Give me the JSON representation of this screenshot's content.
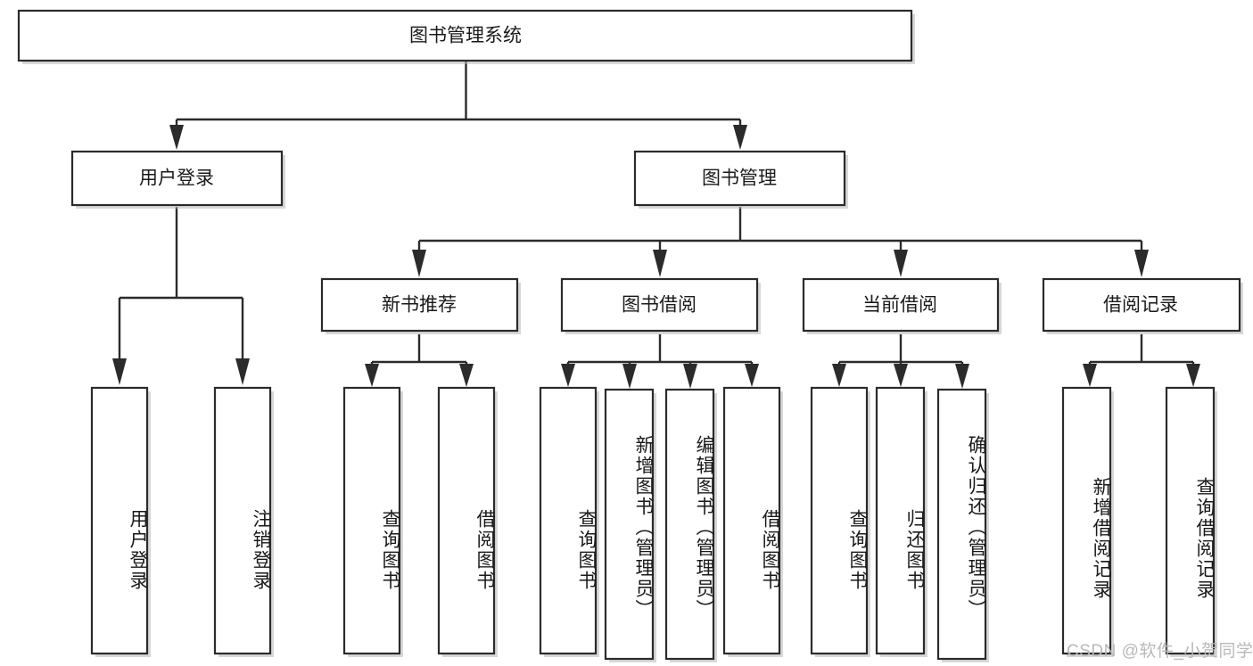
{
  "diagram": {
    "type": "tree",
    "title": "图书管理系统",
    "orientation": "top-down",
    "colors": {
      "stroke": "#2b2b2b",
      "fill": "#ffffff",
      "background": "#ffffff",
      "watermark": "#b9b9b9"
    },
    "nodes": {
      "root": {
        "label": "图书管理系统"
      },
      "level2": [
        {
          "label": "用户登录"
        },
        {
          "label": "图书管理"
        }
      ],
      "level3": [
        {
          "label": "新书推荐"
        },
        {
          "label": "图书借阅"
        },
        {
          "label": "当前借阅"
        },
        {
          "label": "借阅记录"
        }
      ],
      "leaves_user_login": [
        {
          "label": "用户登录"
        },
        {
          "label": "注销登录"
        }
      ],
      "leaves_new_book": [
        {
          "label": "查询图书"
        },
        {
          "label": "借阅图书"
        }
      ],
      "leaves_borrow": [
        {
          "label": "查询图书"
        },
        {
          "label": "新增图书（管理员）"
        },
        {
          "label": "编辑图书（管理员）"
        },
        {
          "label": "借阅图书"
        }
      ],
      "leaves_current": [
        {
          "label": "查询图书"
        },
        {
          "label": "归还图书"
        },
        {
          "label": "确认归还（管理员）"
        }
      ],
      "leaves_record": [
        {
          "label": "新增借阅记录"
        },
        {
          "label": "查询借阅记录"
        }
      ]
    }
  },
  "watermark": {
    "text": "CSDN @软件_小贺同学"
  }
}
